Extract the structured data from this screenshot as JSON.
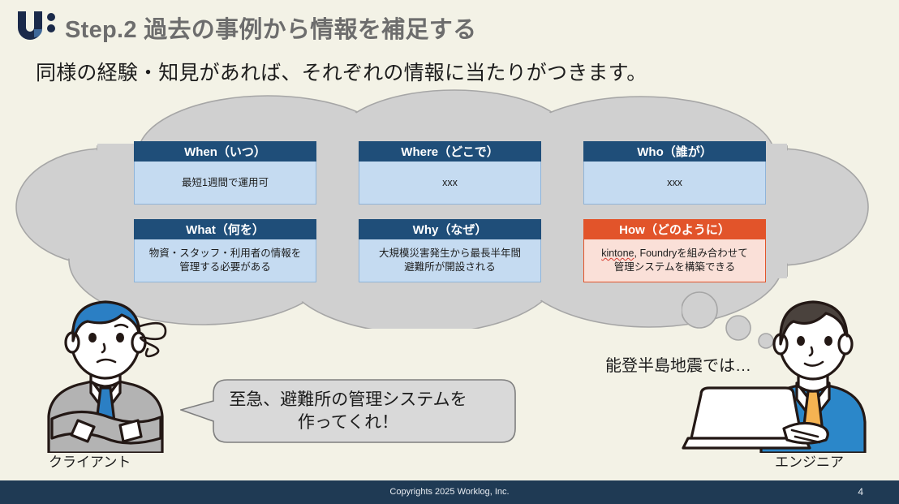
{
  "slide": {
    "background_color": "#f3f2e6",
    "title": "Step.2 過去の事例から情報を補足する",
    "subtitle": "同様の経験・知見があれば、それぞれの情報に当たりがつきます。"
  },
  "logo": {
    "name": "worklog-logo",
    "dark_color": "#1b2a4a",
    "light_color": "#3f6899"
  },
  "grid": {
    "header_color": "#1f4e79",
    "body_color": "#c5dbf1",
    "accent_header_color": "#e2542a",
    "accent_body_color": "#fae0d8",
    "cells": [
      {
        "key": "when",
        "header": "When（いつ）",
        "body": "最短1週間で運用可",
        "accent": false
      },
      {
        "key": "where",
        "header": "Where（どこで）",
        "body": "xxx",
        "accent": false
      },
      {
        "key": "who",
        "header": "Who（誰が）",
        "body": "xxx",
        "accent": false
      },
      {
        "key": "what",
        "header": "What（何を）",
        "body_line1": "物資・スタッフ・利用者の情報を",
        "body_line2": "管理する必要がある",
        "accent": false
      },
      {
        "key": "why",
        "header": "Why（なぜ）",
        "body_line1": "大規模災害発生から最長半年間",
        "body_line2": "避難所が開設される",
        "accent": false
      },
      {
        "key": "how",
        "header": "How（どのように）",
        "body_line1_spell": "kintone",
        "body_line1_rest": ", Foundryを組み合わせて",
        "body_line2": "管理システムを構築できる",
        "accent": true
      }
    ]
  },
  "speech_bubble": {
    "line1": "至急、避難所の管理システムを",
    "line2": "作ってくれ！",
    "fill_color": "#d9d9d9",
    "stroke_color": "#7f7f7f"
  },
  "characters": {
    "client_label": "クライアント",
    "engineer_label": "エンジニア",
    "engineer_thought": "能登半島地震では…"
  },
  "footer": {
    "copyright": "Copyrights 2025 Worklog, Inc.",
    "page_number": "4",
    "background_color": "#1f3a54"
  }
}
